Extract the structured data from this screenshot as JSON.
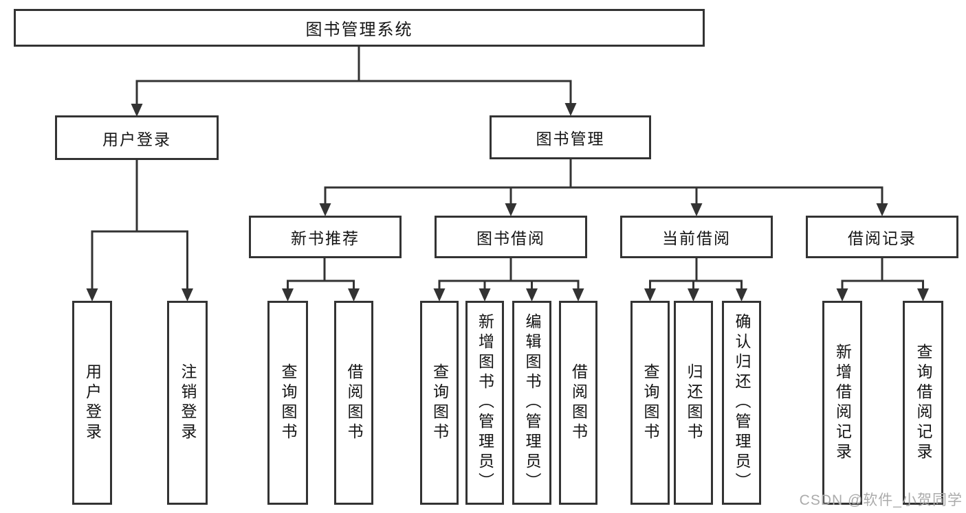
{
  "colors": {
    "line": "#333333",
    "box_border": "#333333",
    "text": "#141414",
    "watermark_text": "#ababab",
    "background": "#ffffff"
  },
  "tree": {
    "root": "图书管理系统",
    "level1": [
      "用户登录",
      "图书管理"
    ],
    "level2": [
      "新书推荐",
      "图书借阅",
      "当前借阅",
      "借阅记录"
    ],
    "leaves": {
      "login": [
        "用户登录",
        "注销登录"
      ],
      "recommend": [
        "查询图书",
        "借阅图书"
      ],
      "borrow": [
        "查询图书",
        "新增图书（管理员）",
        "编辑图书（管理员）",
        "借阅图书"
      ],
      "current": [
        "查询图书",
        "归还图书",
        "确认归还（管理员）"
      ],
      "records": [
        "新增借阅记录",
        "查询借阅记录"
      ]
    }
  },
  "watermark": "CSDN @软件_小贺同学"
}
